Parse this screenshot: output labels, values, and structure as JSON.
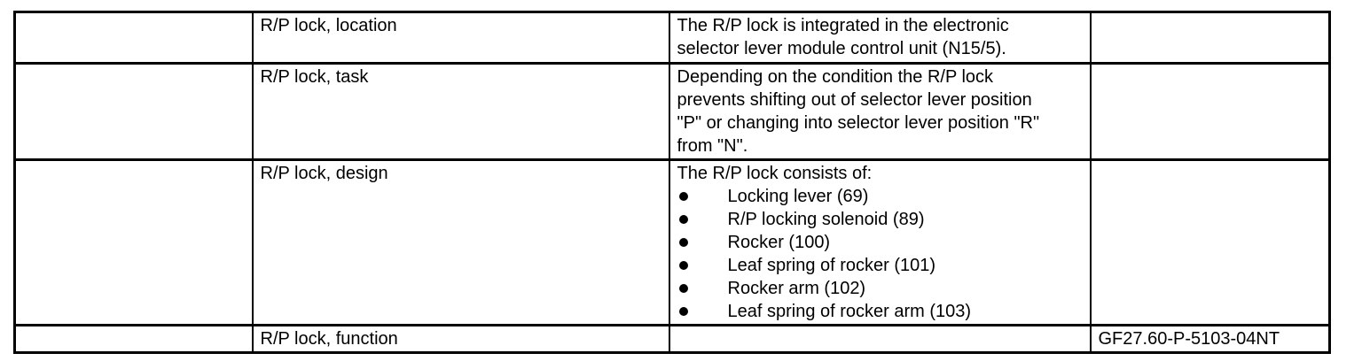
{
  "page": {
    "background_color": "#ffffff",
    "text_color": "#000000",
    "border_color": "#000000"
  },
  "table": {
    "rows": [
      {
        "label": "R/P lock, location",
        "lines": [
          "The R/P lock is integrated in the electronic",
          "selector lever module control unit (N15/5)."
        ]
      },
      {
        "label": "R/P lock, task",
        "lines": [
          "Depending on the condition the R/P lock",
          "prevents shifting out of selector lever position",
          "\"P\" or changing into selector lever position \"R\"",
          "from \"N\"."
        ]
      },
      {
        "label": "R/P lock, design",
        "intro": "The R/P lock consists of:",
        "bullets": [
          "Locking lever (69)",
          "R/P locking solenoid (89)",
          "Rocker (100)",
          "Leaf spring of rocker (101)",
          "Rocker arm (102)",
          "Leaf spring of rocker arm (103)"
        ]
      },
      {
        "label": "R/P lock, function",
        "doc_number": "GF27.60-P-5103-04NT"
      }
    ]
  }
}
